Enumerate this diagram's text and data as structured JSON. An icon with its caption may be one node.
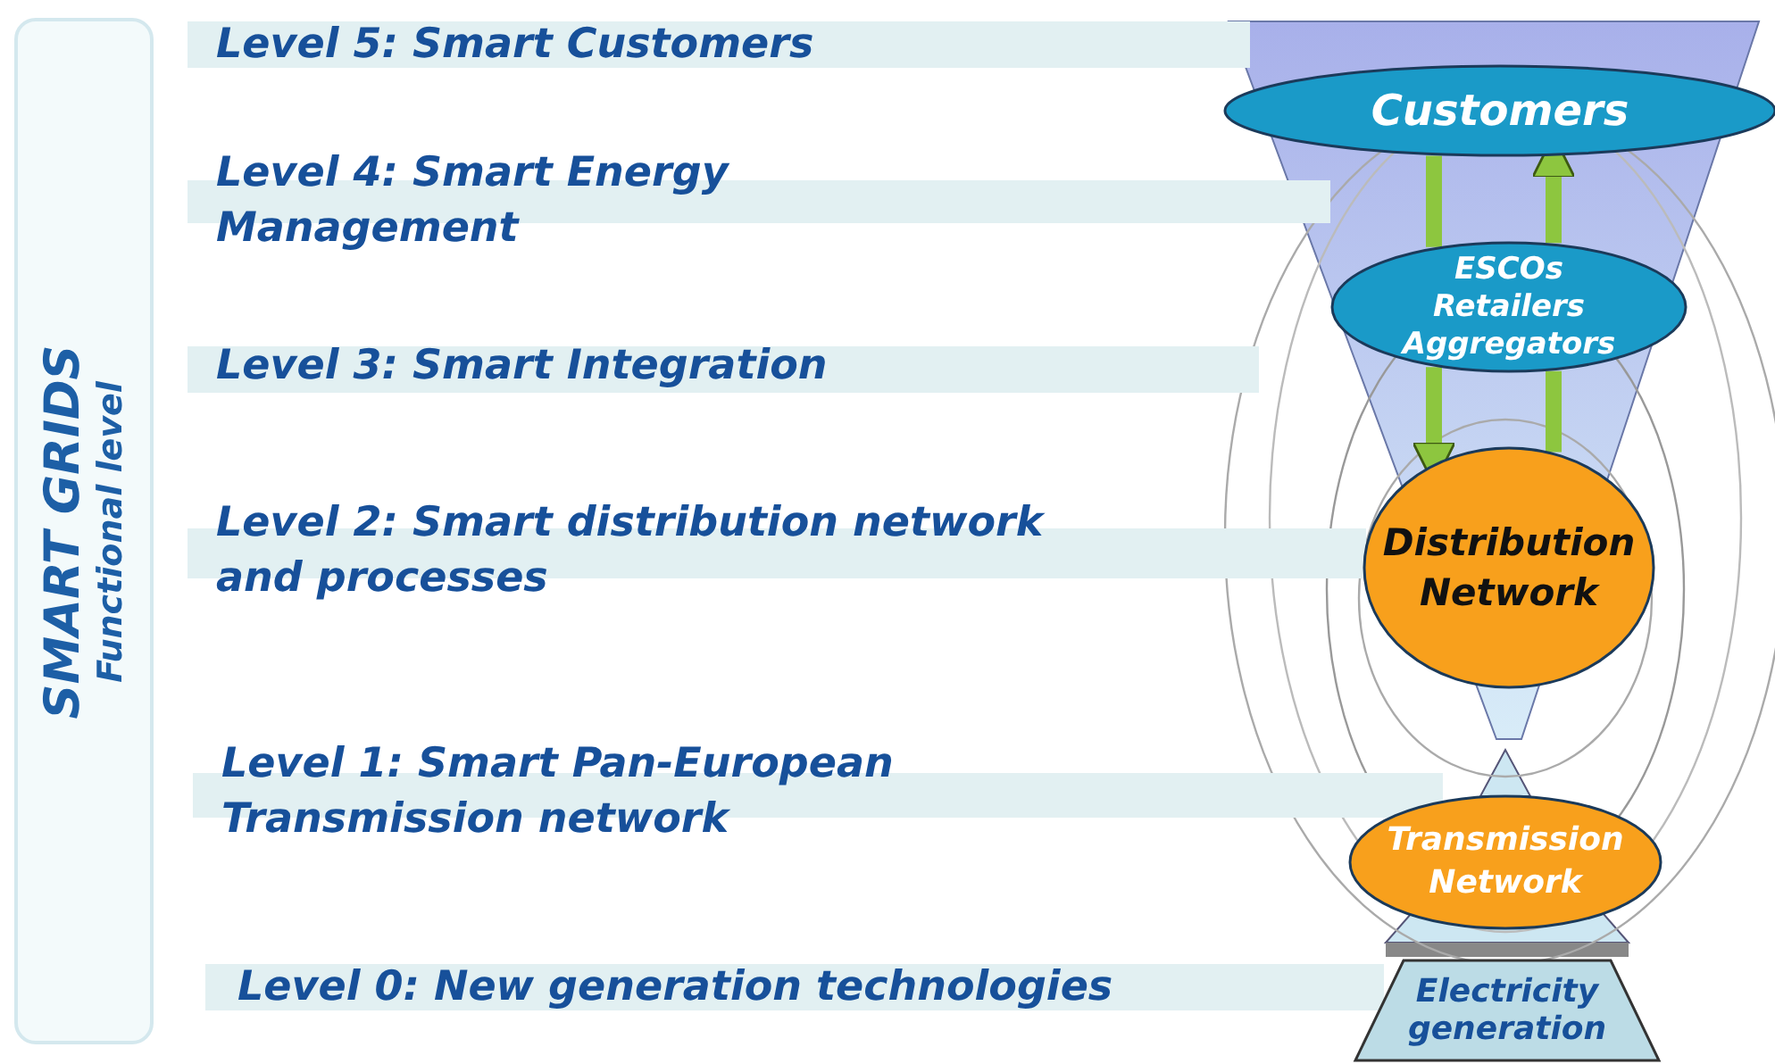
{
  "diagram": {
    "nodes": [
      {
        "text": [
          "SMART GRIDS",
          "Functional level"
        ]
      },
      {
        "text": [
          "Level 5: Smart Customers"
        ]
      },
      {
        "text": [
          "Level 4: Smart Energy Management"
        ]
      },
      {
        "text": [
          "Level 3: Smart Integration"
        ]
      },
      {
        "text": [
          "Level 2: Smart distribution network and processes"
        ]
      },
      {
        "text": [
          "Level 1: Smart Pan-European Transmission network"
        ]
      },
      {
        "text": [
          "Level 0: New generation technologies"
        ]
      },
      {
        "text": [
          "Customers"
        ]
      },
      {
        "text": [
          "ESCOs Retailers Aggregators"
        ]
      },
      {
        "text": [
          "Distribution Network"
        ]
      },
      {
        "text": [
          "Transmission Network"
        ]
      },
      {
        "text": [
          "Electricity generation"
        ]
      }
    ],
    "edges": [
      {
        "from": 7,
        "to": 8,
        "arrow": "none"
      },
      {
        "from": 8,
        "to": 9,
        "arrow": "to"
      },
      {
        "from": 9,
        "to": 8,
        "arrow": "none"
      },
      {
        "from": 8,
        "to": 7,
        "arrow": "to"
      }
    ]
  }
}
